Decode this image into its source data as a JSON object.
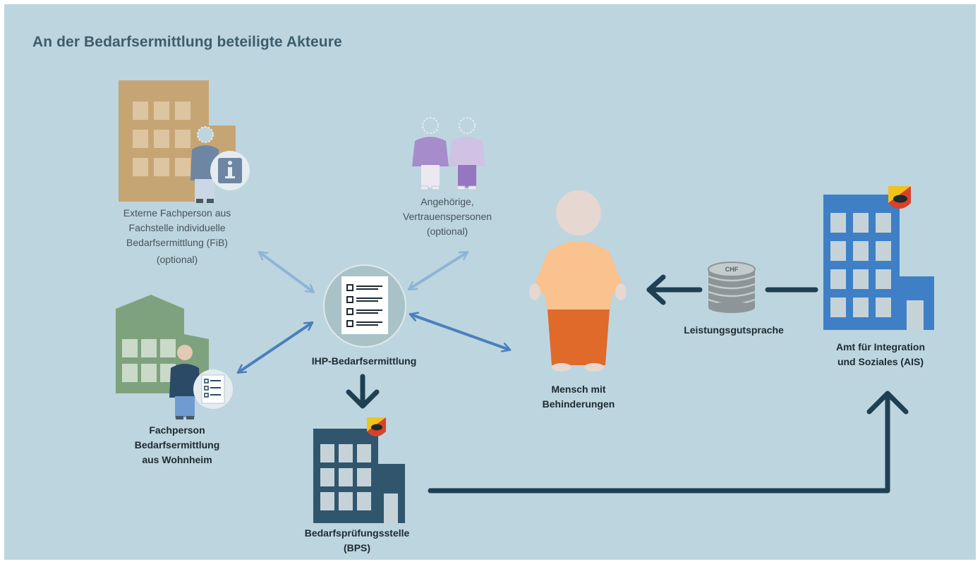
{
  "title": "An der Bedarfsermittlung beteiligte Akteure",
  "actors": {
    "fib": {
      "lines": [
        "Externe Fachperson aus",
        "Fachstelle individuelle",
        "Bedarfsermittlung (FiB)",
        "(optional)"
      ],
      "badge_icon": "info-icon"
    },
    "relatives": {
      "lines": [
        "Angehörige,",
        "Vertrauenspersonen",
        "(optional)"
      ]
    },
    "ihp": {
      "lines": [
        "IHP-Bedarfsermittlung"
      ],
      "icon": "checklist-icon"
    },
    "wohnheim": {
      "lines": [
        "Fachperson",
        "Bedarfsermittlung",
        "aus Wohnheim"
      ],
      "badge_icon": "checklist-icon"
    },
    "bps": {
      "lines": [
        "Bedarfsprüfungsstelle",
        "(BPS)"
      ],
      "emblem": "bern-bear-emblem-icon"
    },
    "person": {
      "lines": [
        "Mensch mit",
        "Behinderungen"
      ]
    },
    "ais": {
      "lines": [
        "Amt für Integration",
        "und Soziales (AIS)"
      ],
      "emblem": "bern-bear-emblem-icon"
    },
    "guarantee": {
      "lines": [
        "Leistungsgutsprache"
      ],
      "coin_label": "CHF"
    }
  },
  "colors": {
    "background": "#bdd5df",
    "title": "#3c5d6c",
    "arrow_light": "#8eb5d7",
    "arrow_mid": "#4a7fbf",
    "arrow_dark": "#1f3f52",
    "fib_building": "#c6a574",
    "wohnheim_building": "#7ea27e",
    "bps_building": "#2f566d",
    "ais_building": "#3f7fc6",
    "person_shirt": "#f9c28e",
    "person_pants": "#e06a2a"
  }
}
